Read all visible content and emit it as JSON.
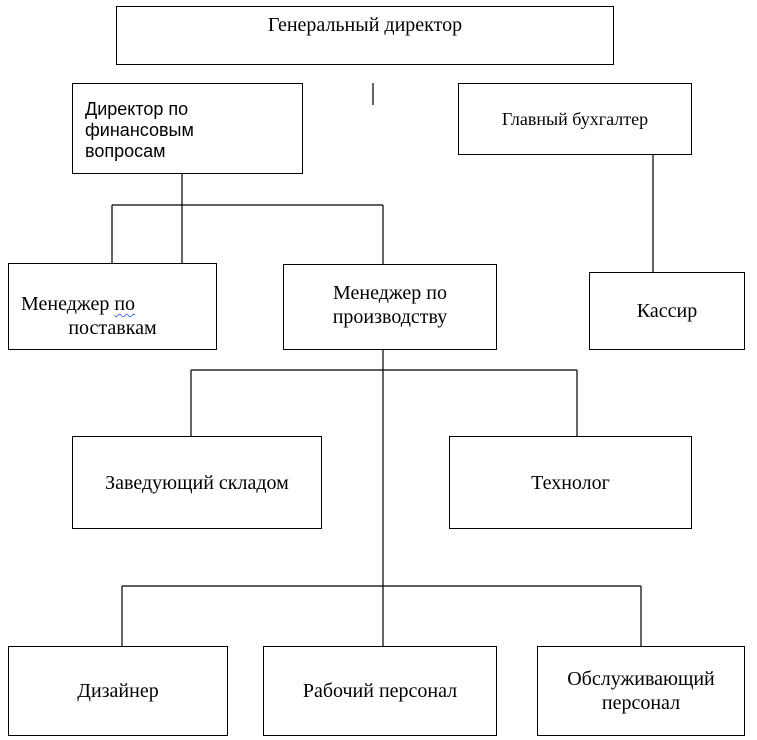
{
  "org_chart": {
    "positions": {
      "general_director": "Генеральный директор",
      "financial_director": [
        "Директор по",
        "финансовым",
        "вопросам"
      ],
      "chief_accountant": "Главный бухгалтер",
      "supply_manager": {
        "word1": "Менеджер",
        "word2": "по",
        "line2": "поставкам"
      },
      "production_manager": [
        "Менеджер по",
        "производству"
      ],
      "cashier": "Кассир",
      "warehouse_head": "Заведующий складом",
      "technologist": "Технолог",
      "designer": "Дизайнер",
      "workers": "Рабочий персонал",
      "service_staff": [
        "Обслуживающий",
        "персонал"
      ]
    }
  }
}
